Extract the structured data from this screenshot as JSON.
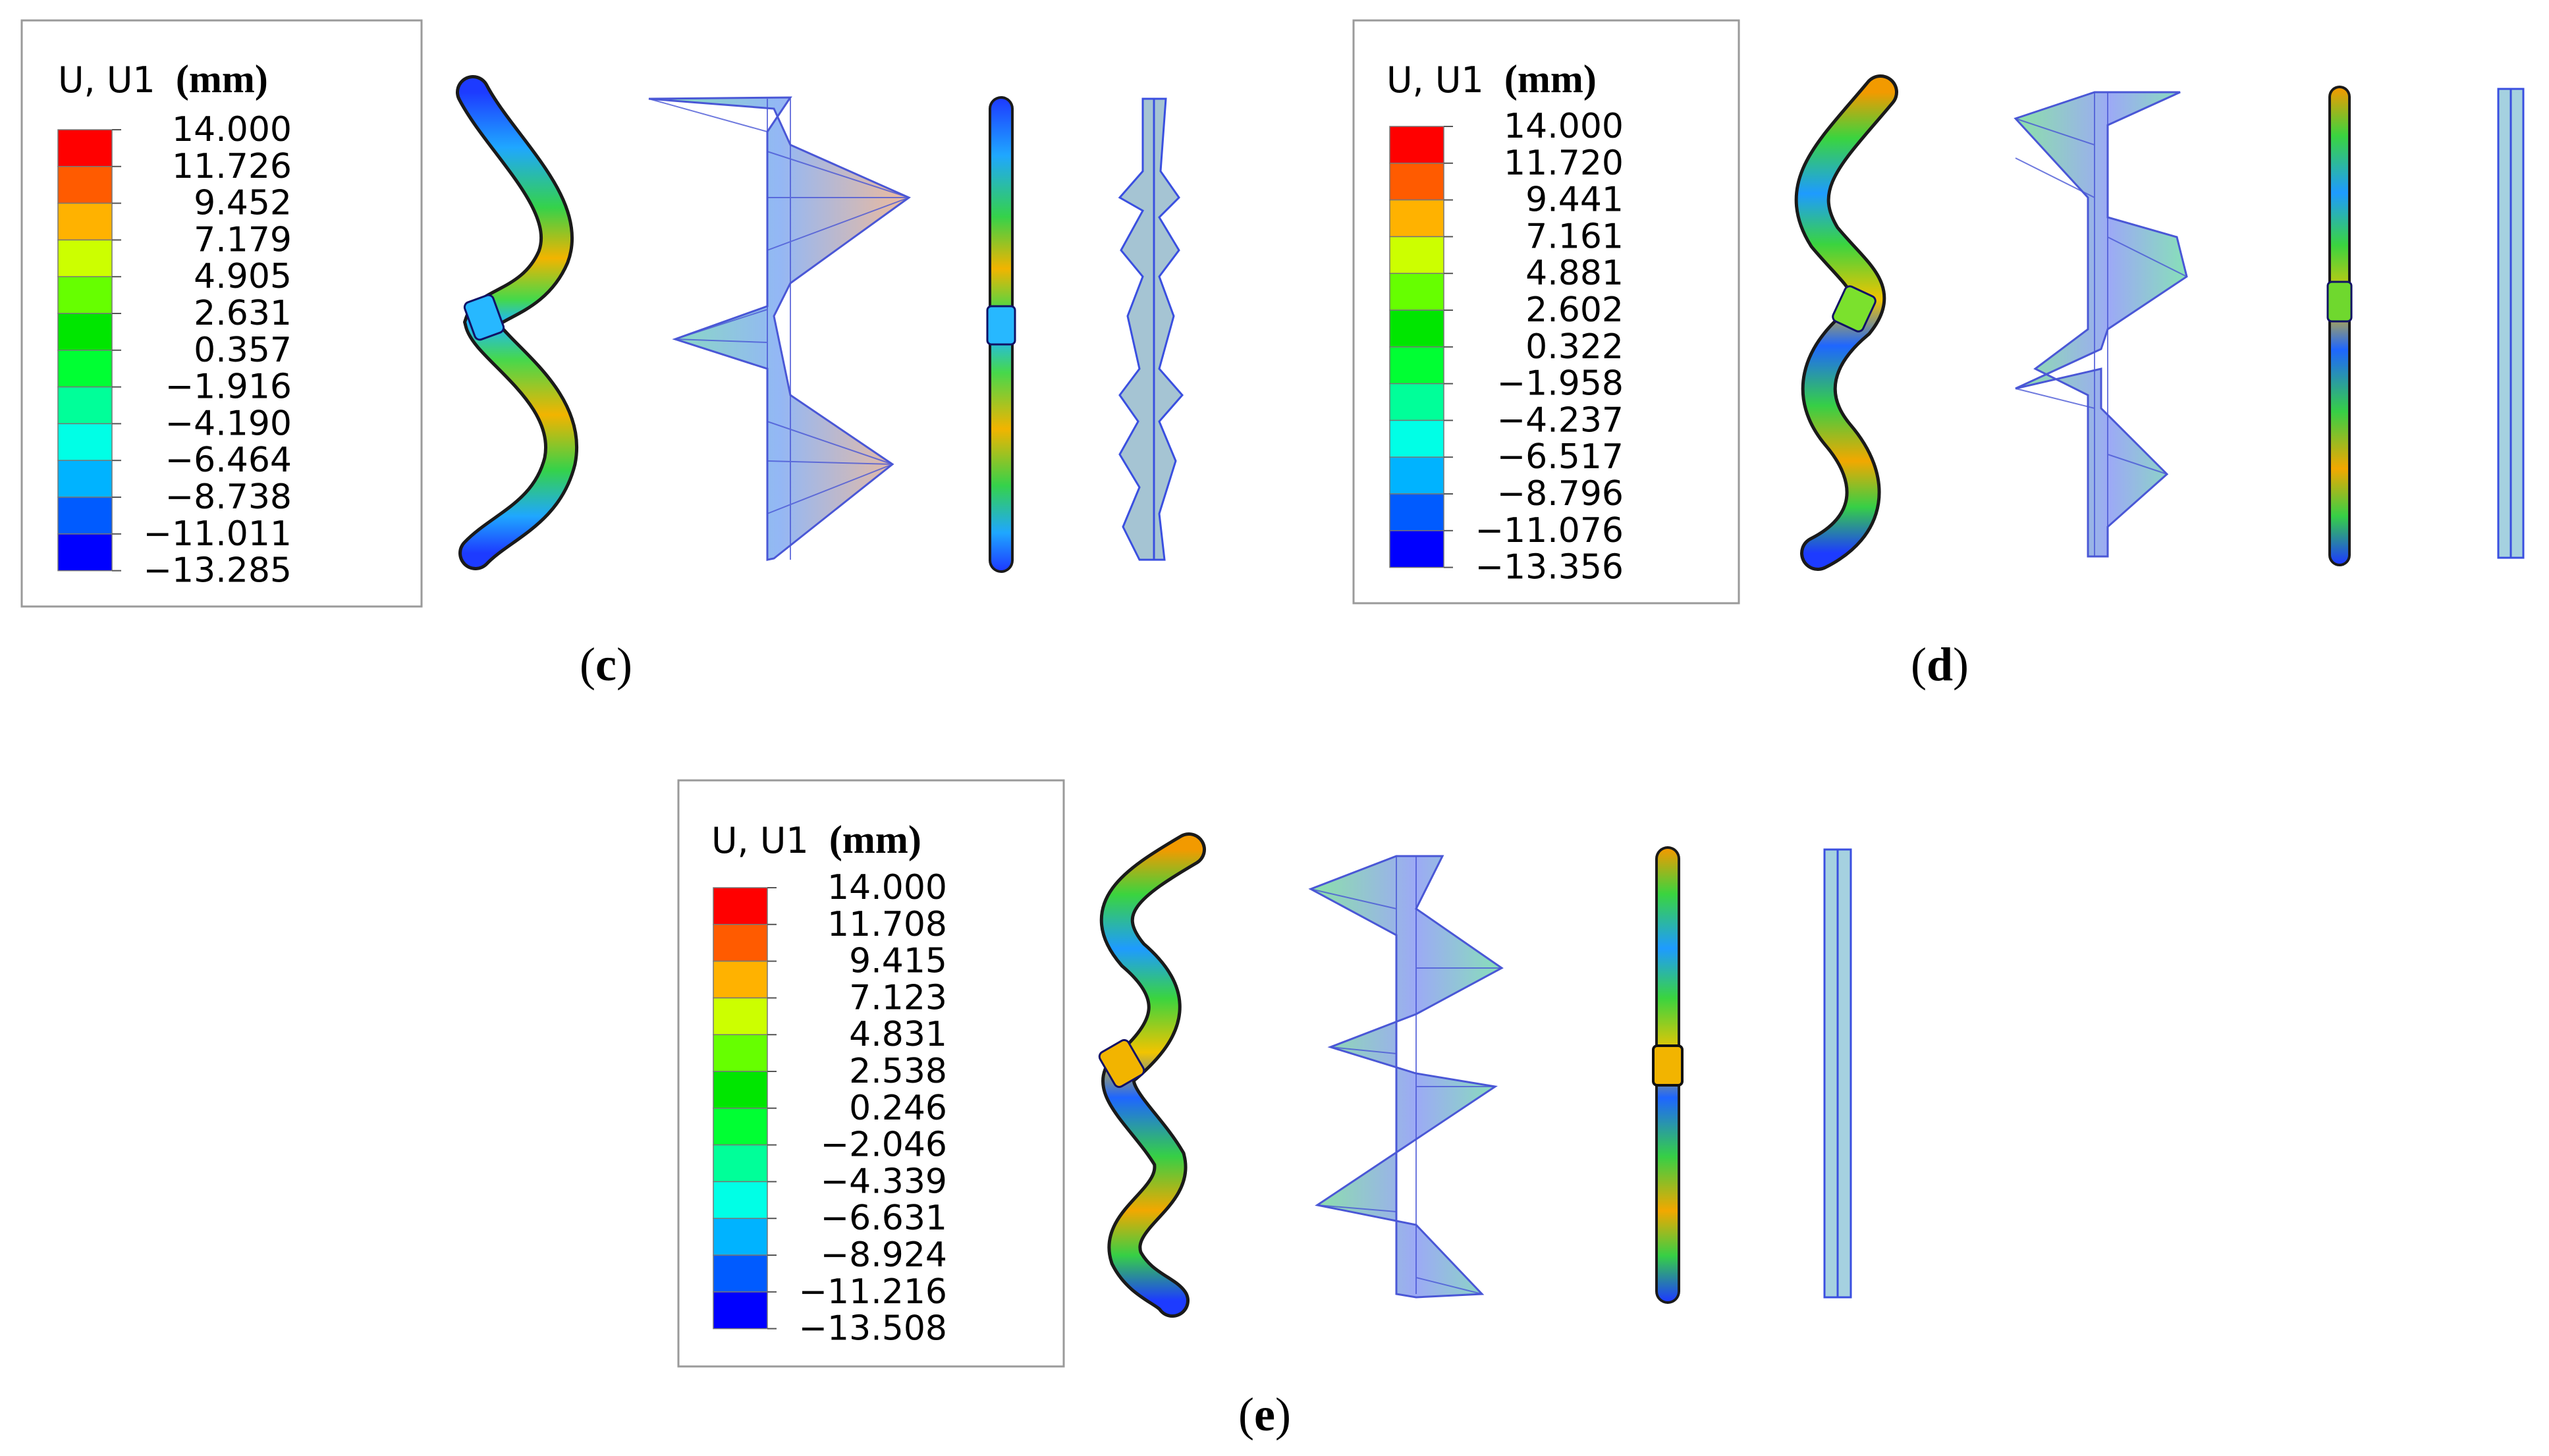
{
  "figure": {
    "panels": [
      {
        "id": "c",
        "caption_letter": "c",
        "legend": {
          "variable": "U, U1",
          "unit": "(mm)",
          "values": [
            "14.000",
            "11.726",
            "9.452",
            "7.179",
            "4.905",
            "2.631",
            "0.357",
            "−1.916",
            "−4.190",
            "−6.464",
            "−8.738",
            "−11.011",
            "−13.285"
          ]
        },
        "views": [
          "tube-3d-deformed",
          "mesh-deformed",
          "tube-3d-edge",
          "mesh-edge"
        ]
      },
      {
        "id": "d",
        "caption_letter": "d",
        "legend": {
          "variable": "U, U1",
          "unit": "(mm)",
          "values": [
            "14.000",
            "11.720",
            "9.441",
            "7.161",
            "4.881",
            "2.602",
            "0.322",
            "−1.958",
            "−4.237",
            "−6.517",
            "−8.796",
            "−11.076",
            "−13.356"
          ]
        },
        "views": [
          "tube-3d-deformed",
          "mesh-deformed",
          "tube-3d-edge",
          "mesh-edge"
        ]
      },
      {
        "id": "e",
        "caption_letter": "e",
        "legend": {
          "variable": "U, U1",
          "unit": "(mm)",
          "values": [
            "14.000",
            "11.708",
            "9.415",
            "7.123",
            "4.831",
            "2.538",
            "0.246",
            "−2.046",
            "−4.339",
            "−6.631",
            "−8.924",
            "−11.216",
            "−13.508"
          ]
        },
        "views": [
          "tube-3d-deformed",
          "mesh-deformed",
          "tube-3d-edge",
          "mesh-edge"
        ]
      }
    ],
    "colormap": [
      "#ff0000",
      "#ff5b00",
      "#ffb200",
      "#ccff00",
      "#66ff00",
      "#00e600",
      "#00ff33",
      "#00ff99",
      "#00ffe6",
      "#00b3ff",
      "#005bff",
      "#0000ff"
    ]
  }
}
